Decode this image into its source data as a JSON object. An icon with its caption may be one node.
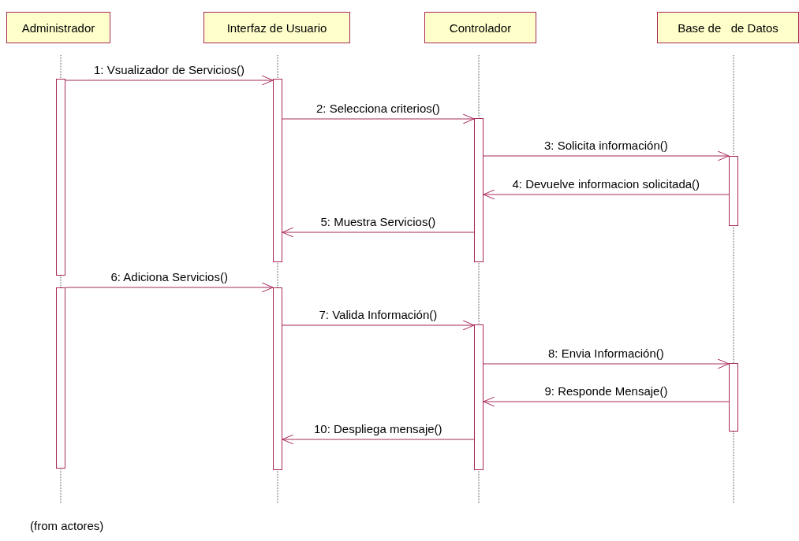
{
  "diagram": {
    "nodes": [
      {
        "text": [
          "Administrador"
        ]
      },
      {
        "text": [
          "Interfaz de Usuario"
        ]
      },
      {
        "text": [
          "Controlador"
        ]
      },
      {
        "text": [
          "Base de   de Datos"
        ]
      },
      {
        "text": [],
        "shape": "bar"
      },
      {
        "text": [],
        "shape": "bar"
      },
      {
        "text": [],
        "shape": "bar"
      },
      {
        "text": [],
        "shape": "bar"
      },
      {
        "text": [],
        "shape": "bar"
      },
      {
        "text": [],
        "shape": "bar"
      },
      {
        "text": [],
        "shape": "bar"
      },
      {
        "text": [],
        "shape": "bar"
      }
    ],
    "edges": [
      {
        "from": 4,
        "to": 6,
        "arrow": "to",
        "label": "1: Vsualizador de Servicios()"
      },
      {
        "from": 6,
        "to": 8,
        "arrow": "to",
        "label": "2: Selecciona criterios()"
      },
      {
        "from": 8,
        "to": 10,
        "arrow": "to",
        "label": "3: Solicita información()"
      },
      {
        "from": 10,
        "to": 8,
        "arrow": "to",
        "label": "4: Devuelve informacion solicitada()"
      },
      {
        "from": 8,
        "to": 6,
        "arrow": "to",
        "label": "5: Muestra Servicios()"
      },
      {
        "from": 5,
        "to": 7,
        "arrow": "to",
        "label": "6: Adiciona Servicios()"
      },
      {
        "from": 7,
        "to": 9,
        "arrow": "to",
        "label": "7: Valida Información()"
      },
      {
        "from": 9,
        "to": 11,
        "arrow": "to",
        "label": "8: Envia Información()"
      },
      {
        "from": 11,
        "to": 9,
        "arrow": "to",
        "label": "9: Responde Mensaje()"
      },
      {
        "from": 9,
        "to": 7,
        "arrow": "to",
        "label": "10: Despliega mensaje()"
      }
    ],
    "labels": [
      "(from actores)"
    ]
  }
}
